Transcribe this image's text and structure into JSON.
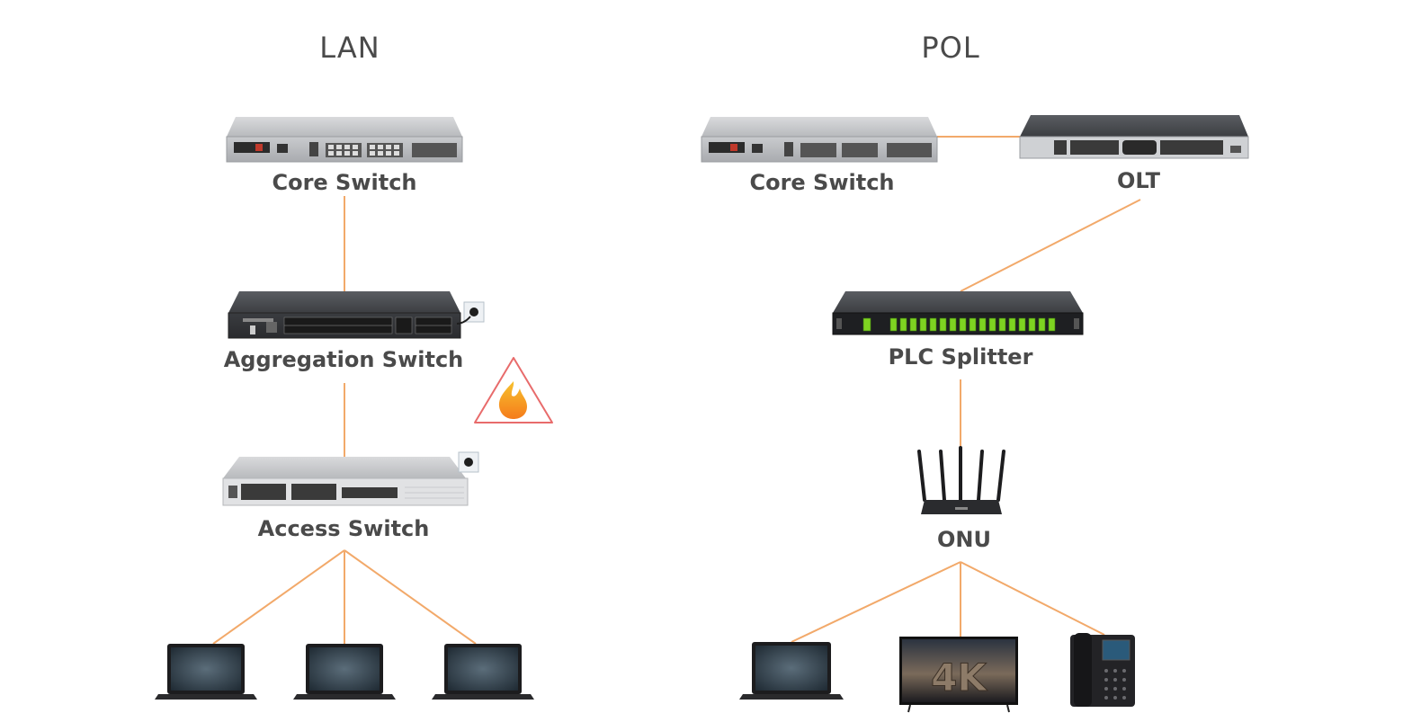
{
  "sections": {
    "lan": {
      "title": "LAN"
    },
    "pol": {
      "title": "POL"
    }
  },
  "lan": {
    "core_switch": "Core Switch",
    "aggregation_switch": "Aggregation Switch",
    "access_switch": "Access Switch"
  },
  "pol": {
    "core_switch": "Core Switch",
    "olt": "OLT",
    "plc_splitter": "PLC Splitter",
    "onu": "ONU",
    "tv_text": "4K"
  },
  "colors": {
    "link": "#f2a96a",
    "label": "#4a4a4a",
    "warning": "#e86b6b",
    "flame": "#f59a1b",
    "port_green": "#7ed321"
  },
  "icons": [
    "flame-warning-icon",
    "power-plug-icon",
    "laptop-icon",
    "tv-icon",
    "ip-phone-icon",
    "wifi-router-icon"
  ]
}
